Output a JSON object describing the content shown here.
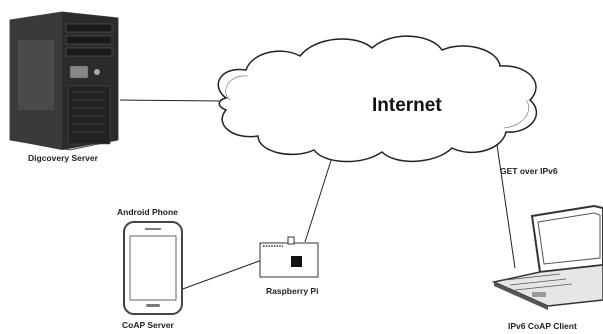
{
  "nodes": {
    "server": {
      "label": "Digcovery Server",
      "icon": "tower-server-icon"
    },
    "internet": {
      "label": "Internet",
      "icon": "cloud-icon"
    },
    "phone": {
      "top_label": "Android Phone",
      "bottom_label": "CoAP Server",
      "icon": "smartphone-icon"
    },
    "pi": {
      "label": "Raspberry Pi",
      "icon": "raspberry-pi-board-icon"
    },
    "laptop": {
      "label": "IPv6 CoAP Client",
      "icon": "laptop-icon"
    }
  },
  "edges": [
    {
      "from": "server",
      "to": "internet",
      "label": ""
    },
    {
      "from": "internet",
      "to": "pi",
      "label": ""
    },
    {
      "from": "pi",
      "to": "phone",
      "label": ""
    },
    {
      "from": "internet",
      "to": "laptop",
      "label": "GET over IPv6"
    }
  ],
  "colors": {
    "ink": "#222222",
    "server_body": "#2b2b2b",
    "cloud_fill": "#ffffff"
  }
}
